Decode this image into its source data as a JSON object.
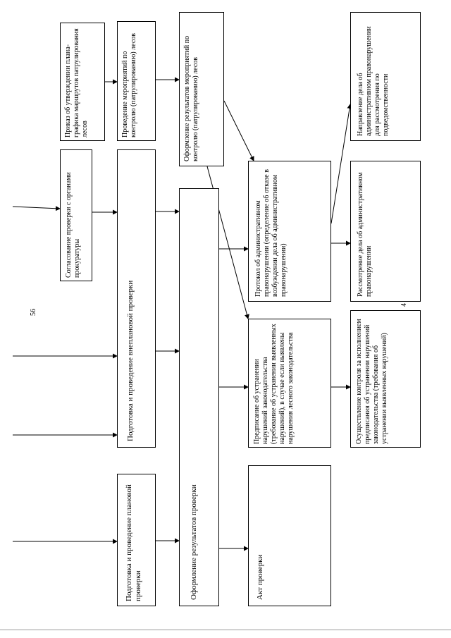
{
  "page_number": "56",
  "page_marker": "4",
  "boxes": {
    "planned": "Подготовка и проведение плановой проверки",
    "unplanned": "Подготовка и проведение внеплановой проверки",
    "prosecutor": "Согласование проверки с органами прокуратуры",
    "order": "Приказ об утверждении плана-графика маршрутов патрулирования лесов",
    "patrol": "Проведение мероприятий по контролю (патрулированию) лесов",
    "patrol_results": "Оформление результатов мероприятий по контролю (патрулированию) лесов",
    "check_results": "Оформление результатов проверки",
    "act": "Акт проверки",
    "order_fix": "Предписание об устранении нарушений законодательства (требование об устранении выявленных нарушений), в случае если выявлены нарушения лесного законодательства",
    "protocol": "Протокол об административном правонарушении (определение об отказе в возбуждении дела об административном правонарушении)",
    "control": "Осуществление контроля за исполнением предписания об устранении нарушений законодательства (требования об устранении выявленных нарушений)",
    "review": "Рассмотрение дела об административном правонарушении",
    "send": "Направление дела об административном правонарушении для рассмотрения по подведомственности"
  }
}
